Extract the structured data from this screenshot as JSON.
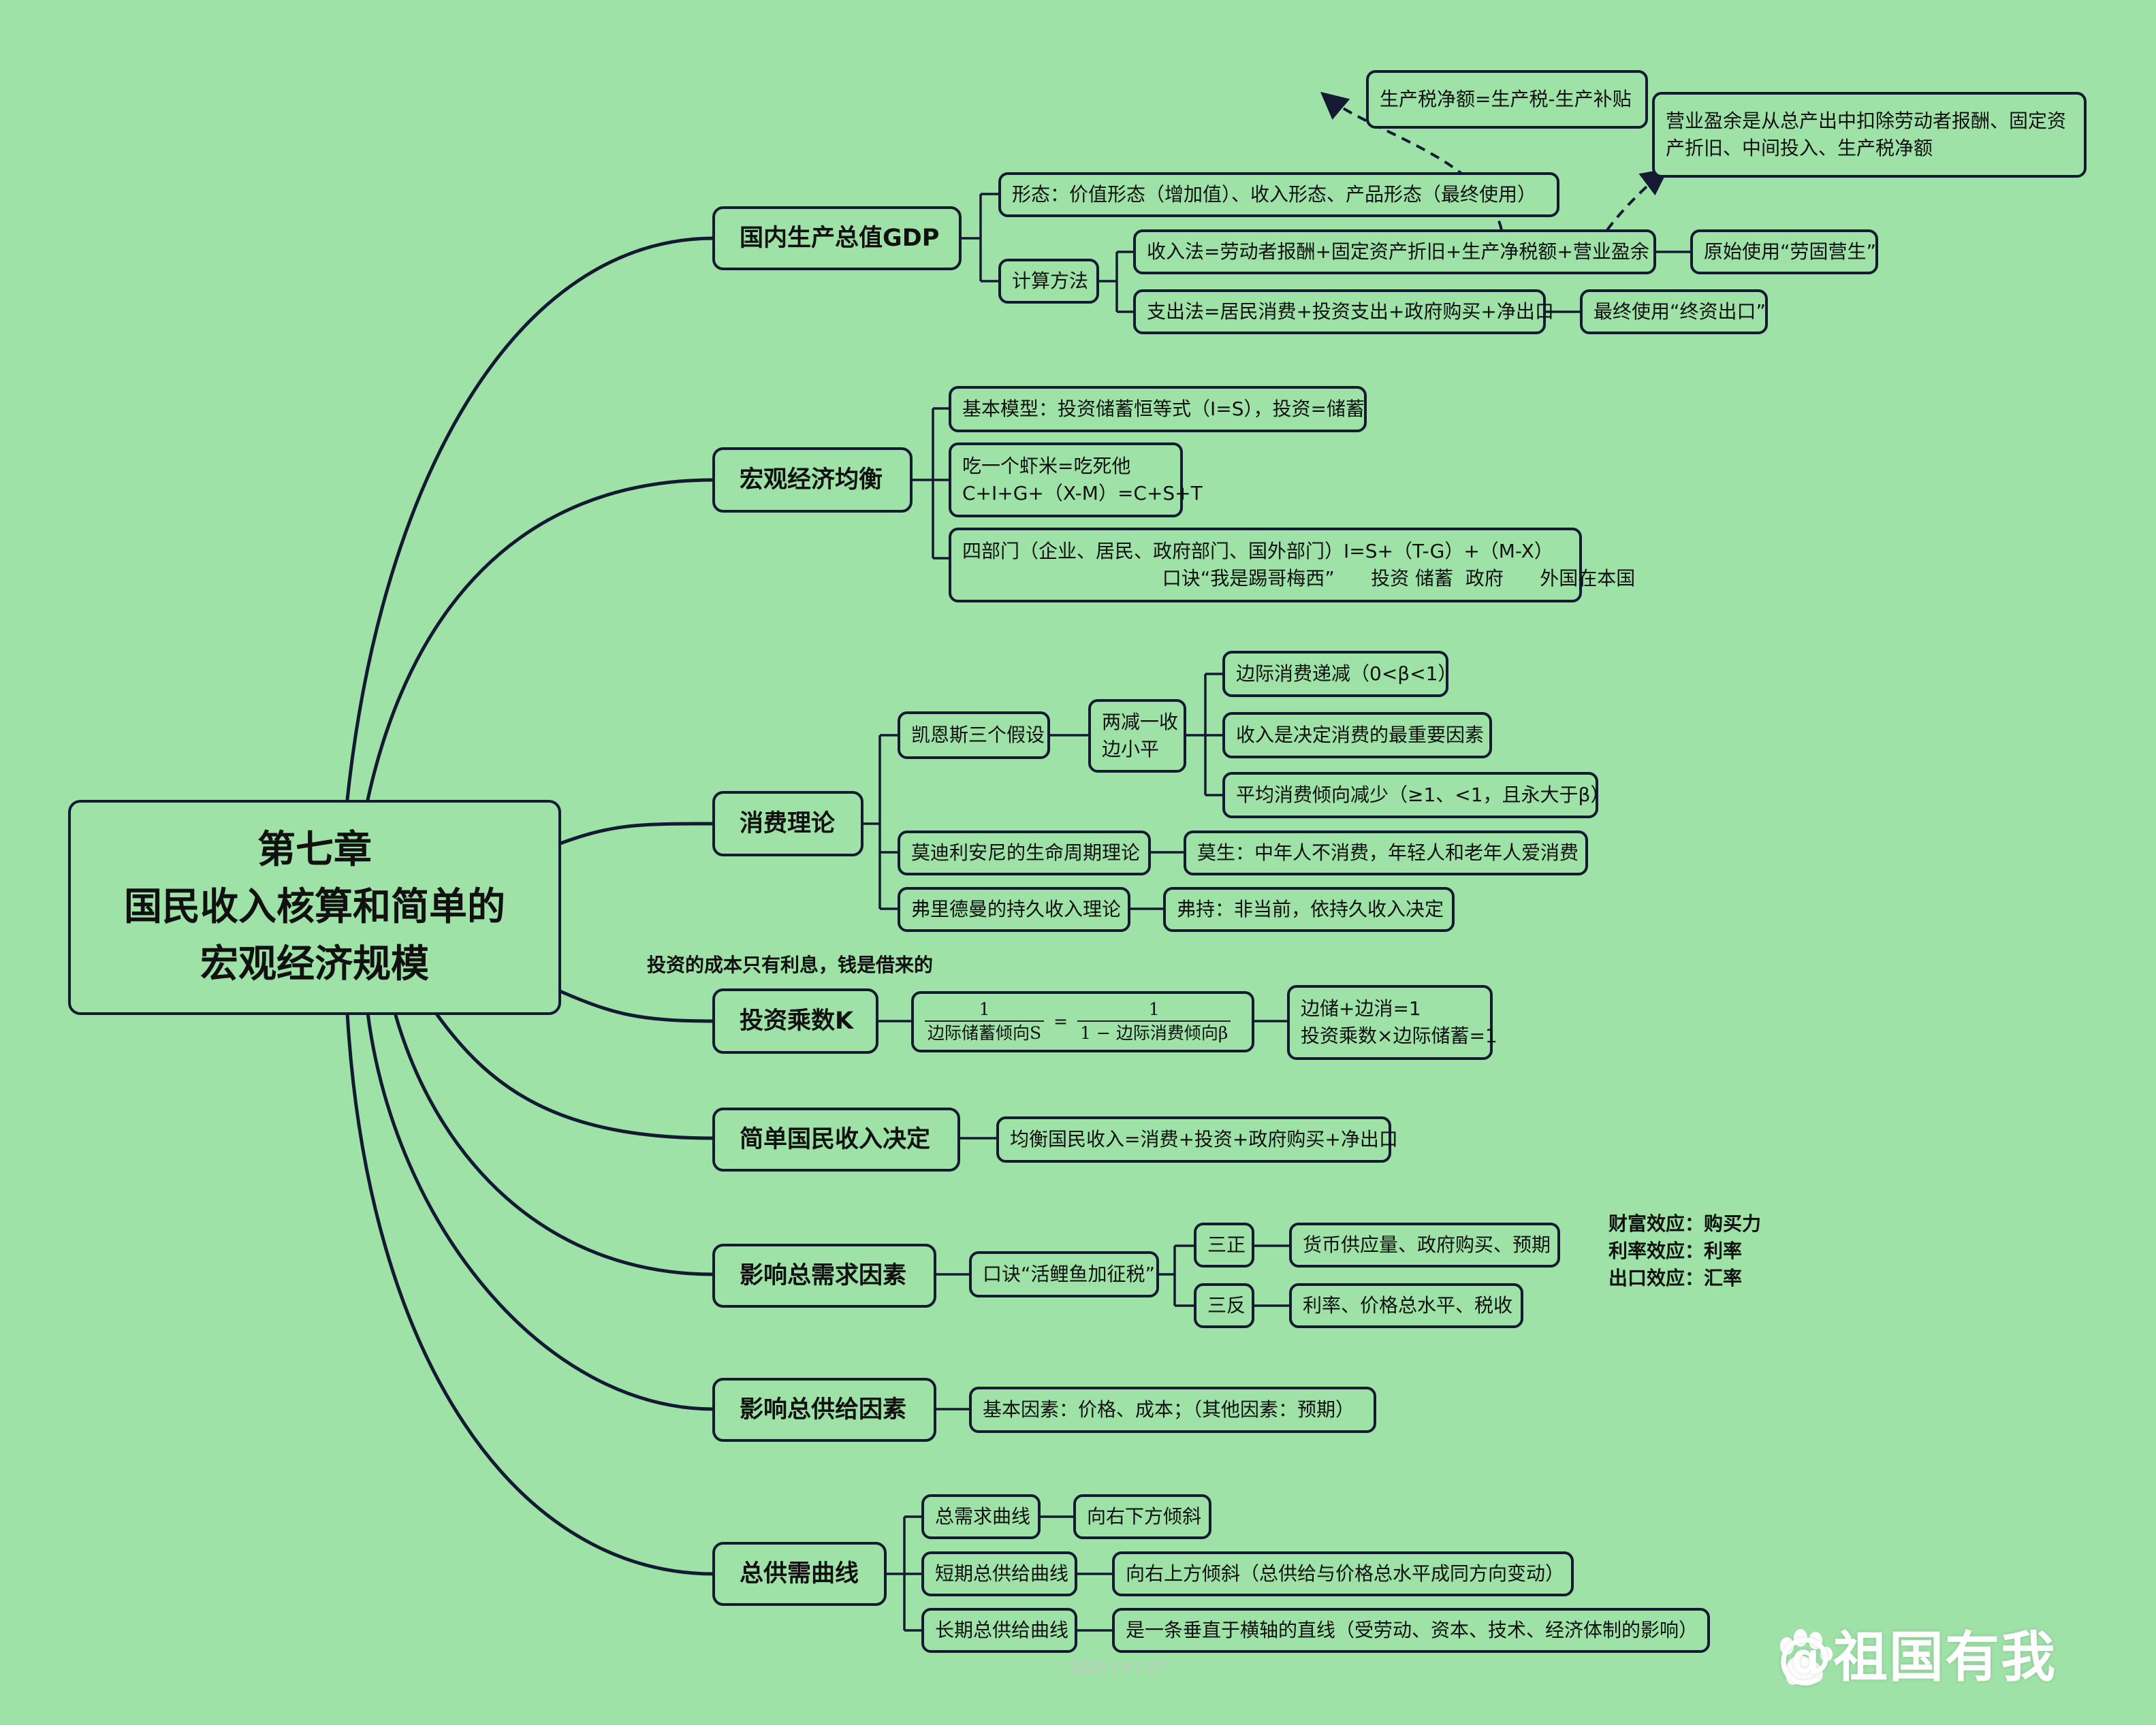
{
  "root": {
    "line1": "第七章",
    "line2": "国民收入核算和简单的",
    "line3": "宏观经济规模"
  },
  "gdp": {
    "label": "国内生产总值GDP",
    "form": "形态：价值形态（增加值）、收入形态、产品形态（最终使用）",
    "calc": "计算方法",
    "income_method": "收入法=劳动者报酬+固定资产折旧+生产净税额+营业盈余",
    "income_mnemonic": "原始使用“劳固营生”",
    "expenditure_method": "支出法=居民消费+投资支出+政府购买+净出口",
    "expenditure_mnemonic": "最终使用“终资出口”",
    "net_tax_note": "生产税净额=生产税-生产补贴",
    "surplus_note_1": "营业盈余是从总产出中扣除劳动者报酬、固定资",
    "surplus_note_2": "产折旧、中间投入、生产税净额"
  },
  "equilibrium": {
    "label": "宏观经济均衡",
    "basic": "基本模型：投资储蓄恒等式（I=S），投资=储蓄",
    "shrimp_1": "吃一个虾米=吃死他",
    "shrimp_2": "C+I+G+（X-M）=C+S+T",
    "four_1": "四部门（企业、居民、政府部门、国外部门）I=S+（T-G）+（M-X）",
    "four_2": "                                 口诀“我是踢哥梅西”      投资 储蓄  政府      外国在本国"
  },
  "consumption": {
    "label": "消费理论",
    "keynes": "凯恩斯三个假设",
    "rule_1": "两减一收",
    "rule_2": "边小平",
    "k1": "边际消费递减（0<β<1）",
    "k2": "收入是决定消费的最重要因素",
    "k3": "平均消费倾向减少（≥1、<1，且永大于β）",
    "modigliani": "莫迪利安尼的生命周期理论",
    "modigliani_note": "莫生：中年人不消费，年轻人和老年人爱消费",
    "friedman": "弗里德曼的持久收入理论",
    "friedman_note": "弗持：非当前，依持久收入决定"
  },
  "multiplier": {
    "label": "投资乘数K",
    "annotation": "投资的成本只有利息，钱是借来的",
    "formula_num": "1",
    "formula_den_left": "边际储蓄倾向S",
    "formula_eq": "=",
    "formula_den_right": "1 − 边际消费倾向β",
    "note_1": "边储+边消=1",
    "note_2": "投资乘数×边际储蓄=1"
  },
  "simple_income": {
    "label": "简单国民收入决定",
    "note": "均衡国民收入=消费+投资+政府购买+净出口"
  },
  "aggregate_demand": {
    "label": "影响总需求因素",
    "mnemonic": "口诀“活鲤鱼加征税”",
    "positive": "三正",
    "positive_items": "货币供应量、政府购买、预期",
    "negative": "三反",
    "negative_items": "利率、价格总水平、税收",
    "effect_1": "财富效应：购买力",
    "effect_2": "利率效应：利率",
    "effect_3": "出口效应：汇率"
  },
  "aggregate_supply": {
    "label": "影响总供给因素",
    "note": "基本因素：价格、成本；（其他因素：预期）"
  },
  "curves": {
    "label": "总供需曲线",
    "ad": "总需求曲线",
    "ad_note": "向右下方倾斜",
    "sas": "短期总供给曲线",
    "sas_note": "向右上方倾斜（总供给与价格总水平成同方向变动）",
    "las": "长期总供给曲线",
    "las_note": "是一条垂直于横轴的直线（受劳动、资本、技术、经济体制的影响）"
  },
  "footer": {
    "date": "2025 / 6 / 27",
    "watermark": "@祖国有我"
  },
  "colors": {
    "background": "#9fe2a8",
    "line": "#151a33",
    "watermark": "#ffffff"
  }
}
